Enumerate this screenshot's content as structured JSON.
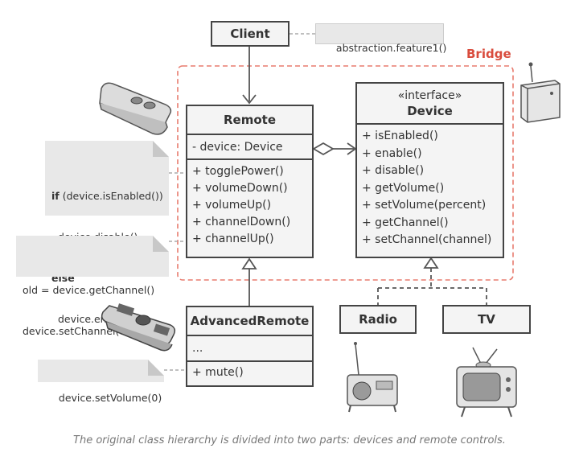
{
  "diagram": {
    "bridge_label": "Bridge",
    "client": {
      "title": "Client"
    },
    "client_note": "abstraction.feature1()",
    "remote": {
      "title": "Remote",
      "fields": [
        "- device: Device"
      ],
      "methods": [
        "+ togglePower()",
        "+ volumeDown()",
        "+ volumeUp()",
        "+ channelDown()",
        "+ channelUp()"
      ]
    },
    "device": {
      "stereotype": "«interface»",
      "title": "Device",
      "methods": [
        "+ isEnabled()",
        "+ enable()",
        "+ disable()",
        "+ getVolume()",
        "+ setVolume(percent)",
        "+ getChannel()",
        "+ setChannel(channel)"
      ]
    },
    "advanced_remote": {
      "title": "AdvancedRemote",
      "fields": [
        "..."
      ],
      "methods": [
        "+ mute()"
      ]
    },
    "radio": {
      "title": "Radio"
    },
    "tv": {
      "title": "TV"
    },
    "toggle_note": {
      "line1_kw": "if",
      "line1_rest": " (device.isEnabled())",
      "line2": "  device.disable()",
      "line3_kw": "else",
      "line4": "  device.enable()"
    },
    "channel_note": [
      "old = device.getChannel()",
      "device.setChannel(old+1)"
    ],
    "mute_note": "device.setVolume(0)"
  },
  "caption": "The original class hierarchy is divided into two parts: devices and remote controls.",
  "colors": {
    "bridge": "#d94c3d",
    "box_fill": "#f4f4f4",
    "note_fill": "#e8e8e8",
    "stroke": "#444444"
  },
  "icons": [
    "remote-control-icon",
    "advanced-remote-icon",
    "radio-device-icon",
    "radio-icon",
    "tv-icon"
  ]
}
